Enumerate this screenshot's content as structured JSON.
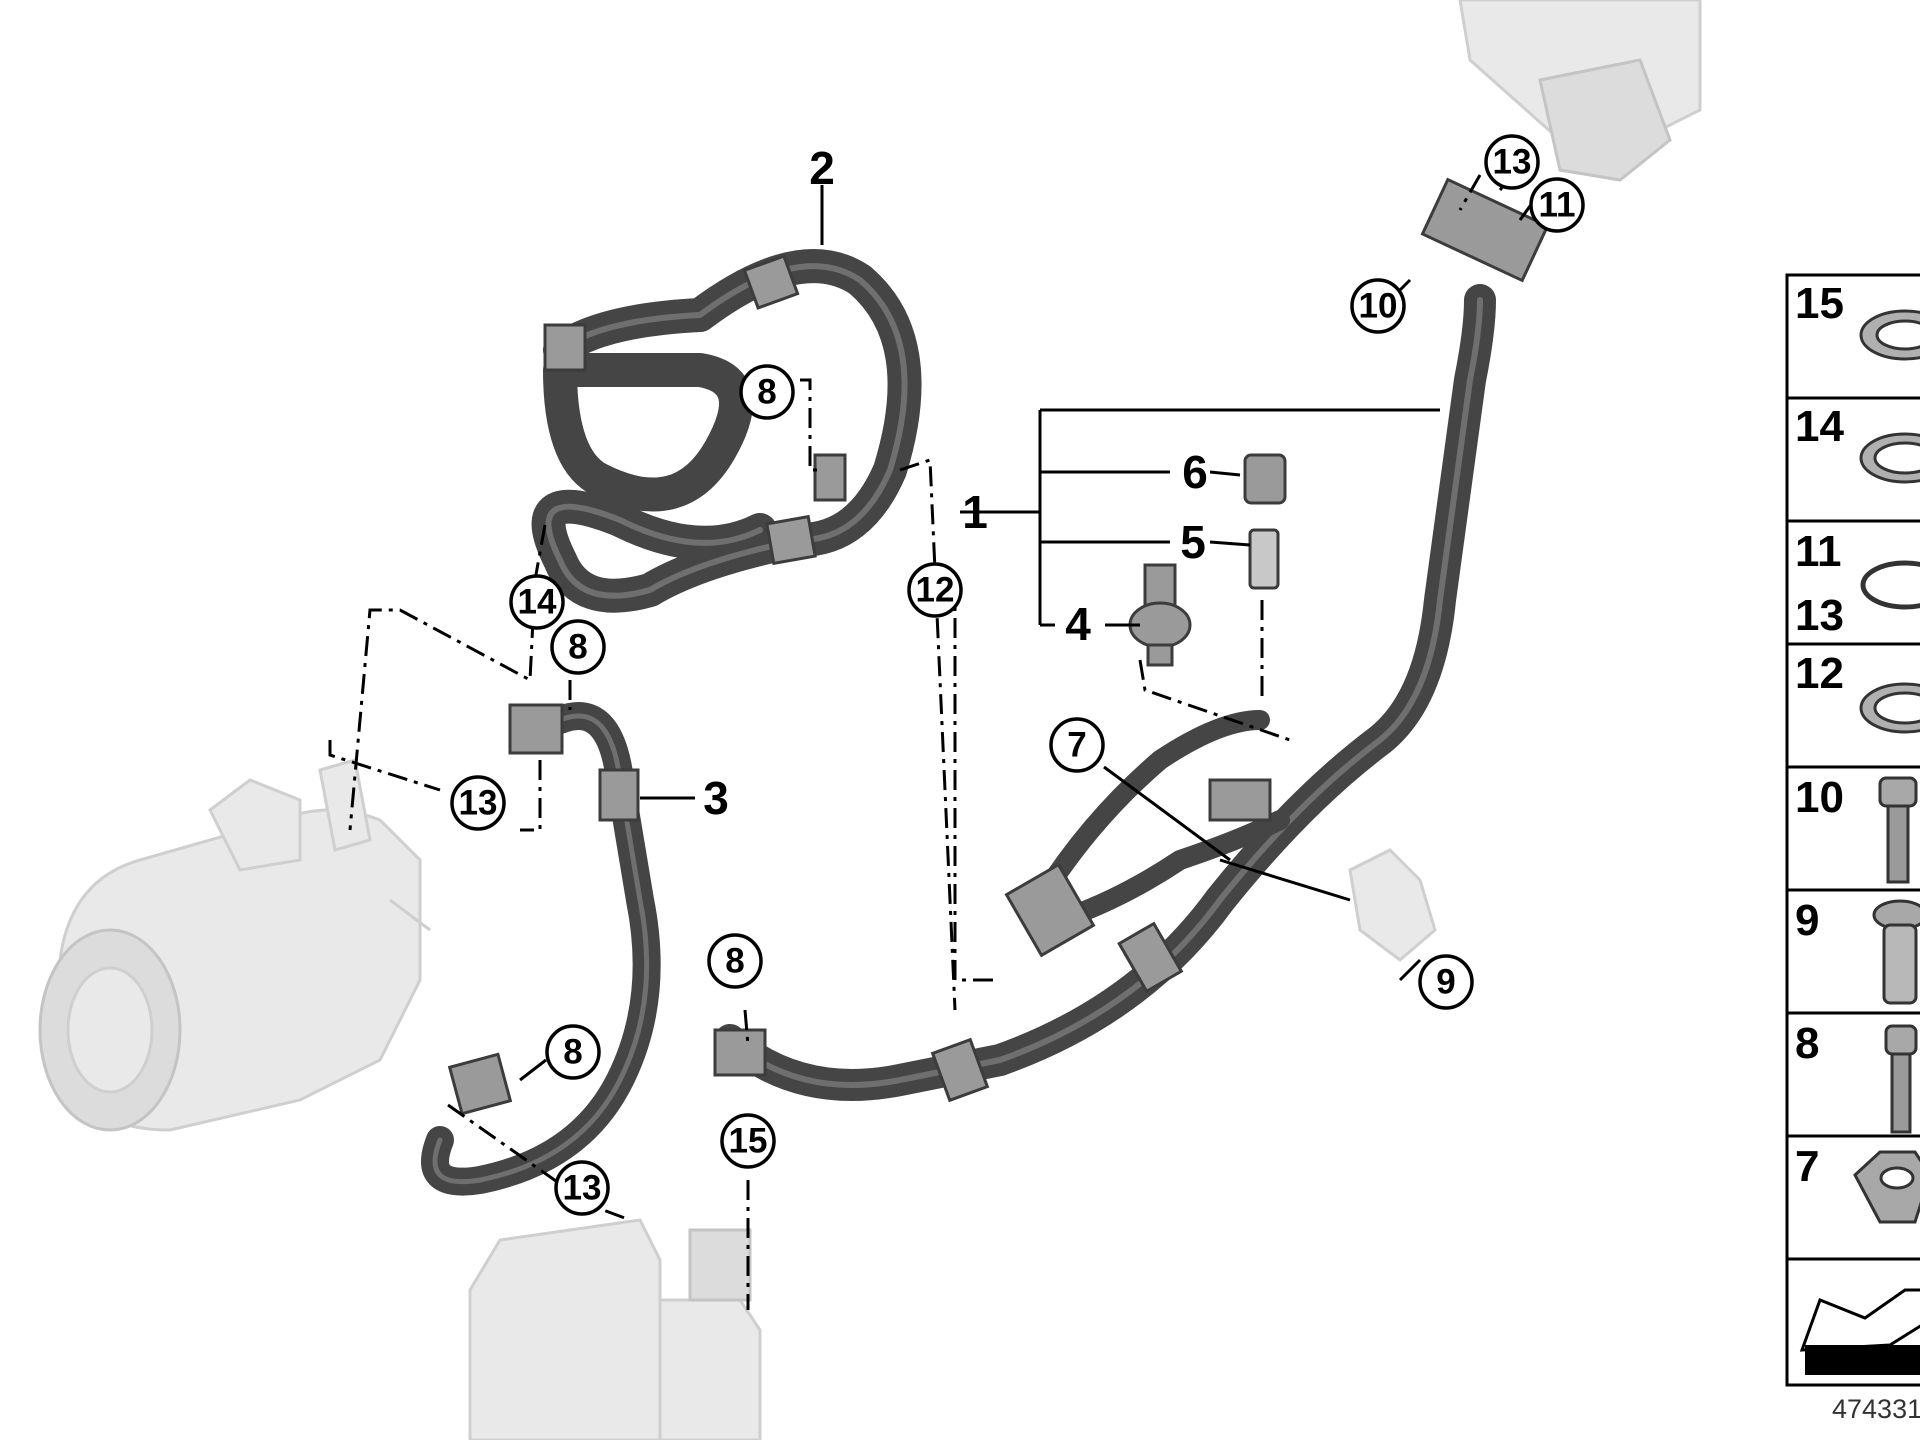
{
  "diagram": {
    "figure_number": "474331",
    "labels": {
      "p1": "1",
      "p2": "2",
      "p3": "3",
      "p4": "4",
      "p5": "5",
      "p6": "6",
      "p7": "7",
      "p8a": "8",
      "p8b": "8",
      "p8c": "8",
      "p8d": "8",
      "p9": "9",
      "p10": "10",
      "p11": "11",
      "p12": "12",
      "p13a": "13",
      "p13b": "13",
      "p13c": "13",
      "p14": "14",
      "p15": "15"
    },
    "legend": [
      {
        "label": "15",
        "part": "seal-ring"
      },
      {
        "label": "14",
        "part": "seal-ring"
      },
      {
        "label": "11",
        "label2": "13",
        "part": "o-ring"
      },
      {
        "label": "12",
        "part": "seal-ring"
      },
      {
        "label": "10",
        "part": "hex-socket-bolt"
      },
      {
        "label": "9",
        "part": "sleeve-nut"
      },
      {
        "label": "8",
        "part": "hex-socket-bolt"
      },
      {
        "label": "7",
        "part": "flange-nut"
      }
    ],
    "colors": {
      "hose": "#454545",
      "ghost_part": "#e9e9e9",
      "callout": "#000000"
    }
  }
}
